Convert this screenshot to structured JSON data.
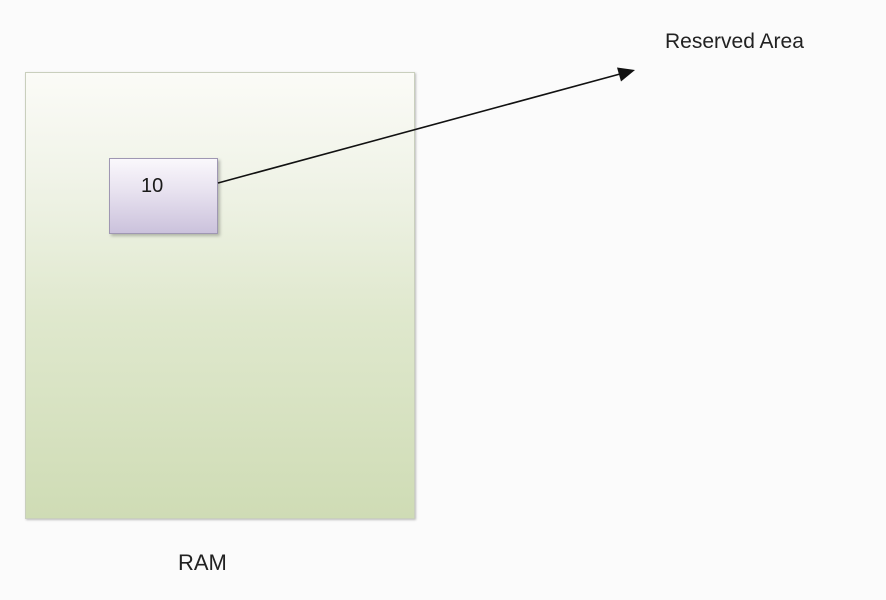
{
  "diagram": {
    "memory_label": "RAM",
    "value": "10",
    "target_label": "Reserved Area"
  }
}
